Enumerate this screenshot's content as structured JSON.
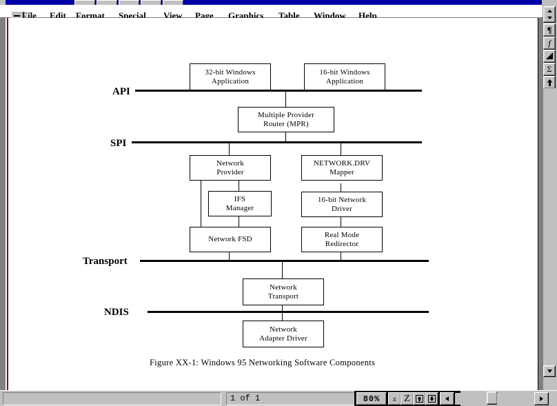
{
  "window": {
    "titlebar_color": "#0000a8",
    "chrome_color": "#c0c0c0"
  },
  "menubar": {
    "system_menu_icon": "minimize-box-icon",
    "items": [
      {
        "label": "File",
        "accel": "F"
      },
      {
        "label": "Edit",
        "accel": "E"
      },
      {
        "label": "Format",
        "accel": "o"
      },
      {
        "label": "Special",
        "accel": "S"
      },
      {
        "label": "View",
        "accel": "V"
      },
      {
        "label": "Page",
        "accel": "P"
      },
      {
        "label": "Graphics",
        "accel": "G"
      },
      {
        "label": "Table",
        "accel": "T"
      },
      {
        "label": "Window",
        "accel": "W"
      },
      {
        "label": "Help",
        "accel": "H"
      }
    ]
  },
  "right_toolbar": {
    "scroll_updown_icon": "up-down-arrows-icon",
    "tools": [
      {
        "name": "paragraph-mark-tool",
        "glyph": "¶"
      },
      {
        "name": "function-tool",
        "glyph": "f"
      },
      {
        "name": "angle-shape-tool",
        "glyph": "◥"
      },
      {
        "name": "sigma-sum-tool",
        "glyph": "Σ"
      },
      {
        "name": "scroll-up-tool",
        "glyph": "⬆"
      }
    ]
  },
  "statusbar": {
    "left_field": "",
    "page_indicator": "1 of 1",
    "zoom_value": "80%",
    "buttons": [
      {
        "name": "zoom-out-button",
        "glyph": "z"
      },
      {
        "name": "zoom-in-button",
        "glyph": "Z"
      },
      {
        "name": "previous-page-button",
        "glyph": "⬆"
      },
      {
        "name": "next-page-button",
        "glyph": "⬇"
      },
      {
        "name": "scroll-left-button",
        "glyph": "◀"
      }
    ],
    "scroll_right_glyph": "▶"
  },
  "document": {
    "caption": "Figure XX-1: Windows 95 Networking Software Components",
    "layers": [
      {
        "name": "api",
        "label": "API"
      },
      {
        "name": "spi",
        "label": "SPI"
      },
      {
        "name": "transport",
        "label": "Transport"
      },
      {
        "name": "ndis",
        "label": "NDIS"
      }
    ],
    "boxes": [
      {
        "id": "win32-app",
        "line1": "32-bit Windows",
        "line2": "Application"
      },
      {
        "id": "win16-app",
        "line1": "16-bit Windows",
        "line2": "Application"
      },
      {
        "id": "mpr",
        "line1": "Multiple Provider",
        "line2": "Router (MPR)"
      },
      {
        "id": "network-provider",
        "line1": "Network",
        "line2": "Provider"
      },
      {
        "id": "network-drv-mapper",
        "line1": "NETWORK.DRV",
        "line2": "Mapper"
      },
      {
        "id": "ifs-manager",
        "line1": "IFS",
        "line2": "Manager"
      },
      {
        "id": "net16-driver",
        "line1": "16-bit Network",
        "line2": "Driver"
      },
      {
        "id": "network-fsd",
        "line1": "Network FSD",
        "line2": ""
      },
      {
        "id": "real-mode-redir",
        "line1": "Real Mode",
        "line2": "Redirector"
      },
      {
        "id": "network-transport",
        "line1": "Network",
        "line2": "Transport"
      },
      {
        "id": "network-adapter",
        "line1": "Network",
        "line2": "Adapter Driver"
      }
    ]
  }
}
